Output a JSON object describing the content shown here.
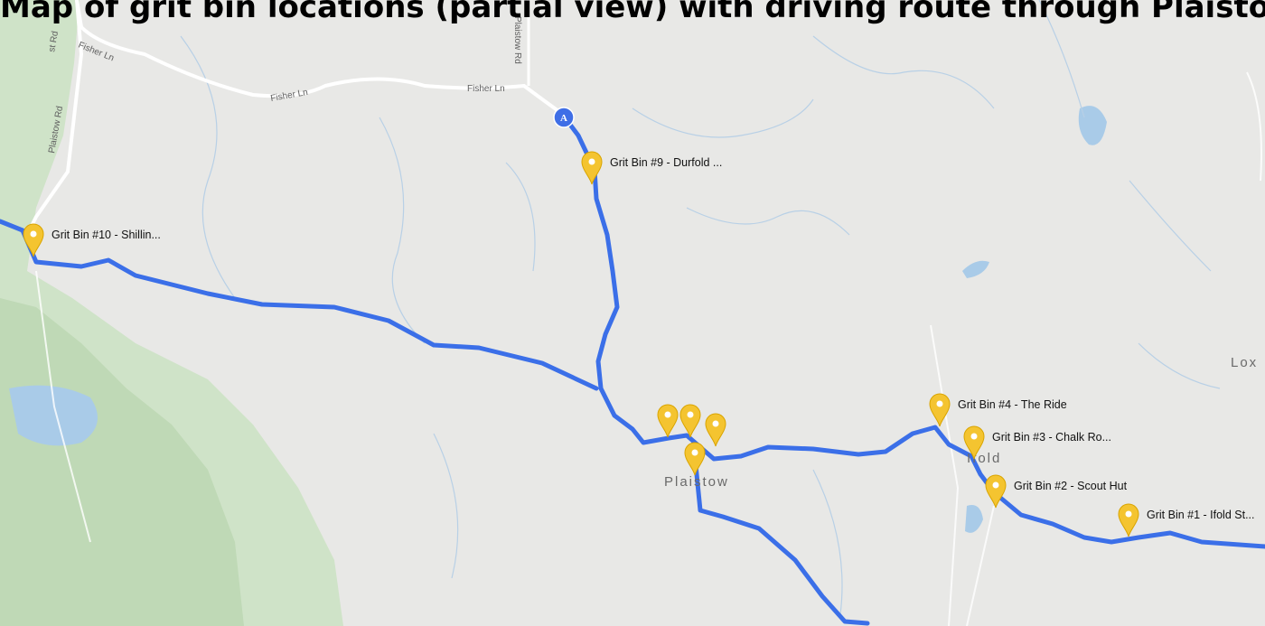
{
  "heading": "Map of grit bin locations (partial view) with driving route through Plaistow (incomplete)",
  "map": {
    "road_labels": [
      "Fisher Ln",
      "Fisher Ln",
      "Fisher Ln",
      "Plaistow Rd",
      "Plaistow Rd",
      "st Rd"
    ],
    "town_labels": [
      "Plaistow",
      "Ifold",
      "Lox"
    ],
    "start_marker": {
      "label": "A",
      "color": "#3f6ee6"
    },
    "route_color": "#3b6fe8",
    "pin_color": "#f4c430",
    "pins": [
      {
        "label": "Grit Bin #9 - Durfold ..."
      },
      {
        "label": "Grit Bin #10 - Shillin..."
      },
      {
        "label": "Grit Bin #4 - The Ride"
      },
      {
        "label": "Grit Bin #3 - Chalk Ro..."
      },
      {
        "label": "Grit Bin #2 - Scout Hut"
      },
      {
        "label": "Grit Bin #1 - Ifold St..."
      },
      {
        "label": ""
      },
      {
        "label": ""
      },
      {
        "label": ""
      },
      {
        "label": ""
      }
    ]
  }
}
